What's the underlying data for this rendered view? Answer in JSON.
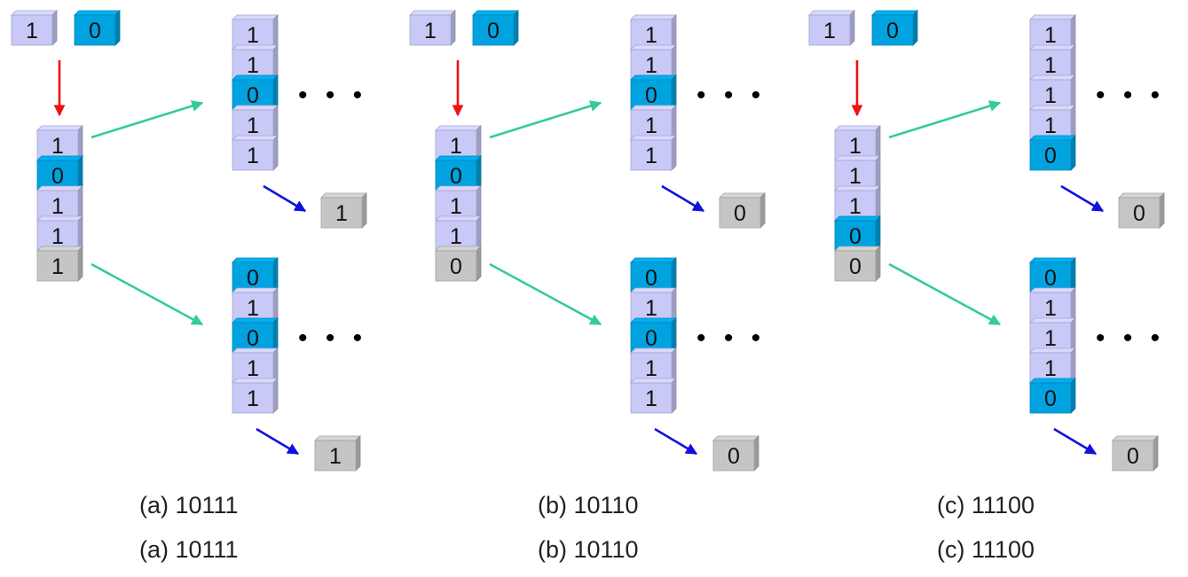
{
  "colors": {
    "lavender": "#c9c9f7",
    "blue": "#00a3e0",
    "gray": "#c5c5c5",
    "red_arrow": "#ee1111",
    "green_arrow": "#33cc99",
    "blue_arrow": "#1111dd"
  },
  "ellipsis": "• • •",
  "panels": [
    {
      "inputs": [
        {
          "value": "1",
          "color": "lavender"
        },
        {
          "value": "0",
          "color": "blue"
        }
      ],
      "main_stack": [
        {
          "value": "1",
          "color": "lavender"
        },
        {
          "value": "0",
          "color": "blue"
        },
        {
          "value": "1",
          "color": "lavender"
        },
        {
          "value": "1",
          "color": "lavender"
        },
        {
          "value": "1",
          "color": "gray"
        }
      ],
      "top_stack": [
        {
          "value": "1",
          "color": "lavender"
        },
        {
          "value": "1",
          "color": "lavender"
        },
        {
          "value": "0",
          "color": "blue"
        },
        {
          "value": "1",
          "color": "lavender"
        },
        {
          "value": "1",
          "color": "lavender"
        }
      ],
      "top_output": {
        "value": "1",
        "color": "gray"
      },
      "bottom_stack": [
        {
          "value": "0",
          "color": "blue"
        },
        {
          "value": "1",
          "color": "lavender"
        },
        {
          "value": "0",
          "color": "blue"
        },
        {
          "value": "1",
          "color": "lavender"
        },
        {
          "value": "1",
          "color": "lavender"
        }
      ],
      "bottom_output": {
        "value": "1",
        "color": "gray"
      },
      "captions": [
        "(a) 10111",
        "(a) 10111"
      ]
    },
    {
      "inputs": [
        {
          "value": "1",
          "color": "lavender"
        },
        {
          "value": "0",
          "color": "blue"
        }
      ],
      "main_stack": [
        {
          "value": "1",
          "color": "lavender"
        },
        {
          "value": "0",
          "color": "blue"
        },
        {
          "value": "1",
          "color": "lavender"
        },
        {
          "value": "1",
          "color": "lavender"
        },
        {
          "value": "0",
          "color": "gray"
        }
      ],
      "top_stack": [
        {
          "value": "1",
          "color": "lavender"
        },
        {
          "value": "1",
          "color": "lavender"
        },
        {
          "value": "0",
          "color": "blue"
        },
        {
          "value": "1",
          "color": "lavender"
        },
        {
          "value": "1",
          "color": "lavender"
        }
      ],
      "top_output": {
        "value": "0",
        "color": "gray"
      },
      "bottom_stack": [
        {
          "value": "0",
          "color": "blue"
        },
        {
          "value": "1",
          "color": "lavender"
        },
        {
          "value": "0",
          "color": "blue"
        },
        {
          "value": "1",
          "color": "lavender"
        },
        {
          "value": "1",
          "color": "lavender"
        }
      ],
      "bottom_output": {
        "value": "0",
        "color": "gray"
      },
      "captions": [
        "(b) 10110",
        "(b) 10110"
      ]
    },
    {
      "inputs": [
        {
          "value": "1",
          "color": "lavender"
        },
        {
          "value": "0",
          "color": "blue"
        }
      ],
      "main_stack": [
        {
          "value": "1",
          "color": "lavender"
        },
        {
          "value": "1",
          "color": "lavender"
        },
        {
          "value": "1",
          "color": "lavender"
        },
        {
          "value": "0",
          "color": "blue"
        },
        {
          "value": "0",
          "color": "gray"
        }
      ],
      "top_stack": [
        {
          "value": "1",
          "color": "lavender"
        },
        {
          "value": "1",
          "color": "lavender"
        },
        {
          "value": "1",
          "color": "lavender"
        },
        {
          "value": "1",
          "color": "lavender"
        },
        {
          "value": "0",
          "color": "blue"
        }
      ],
      "top_output": {
        "value": "0",
        "color": "gray"
      },
      "bottom_stack": [
        {
          "value": "0",
          "color": "blue"
        },
        {
          "value": "1",
          "color": "lavender"
        },
        {
          "value": "1",
          "color": "lavender"
        },
        {
          "value": "1",
          "color": "lavender"
        },
        {
          "value": "0",
          "color": "blue"
        }
      ],
      "bottom_output": {
        "value": "0",
        "color": "gray"
      },
      "captions": [
        "(c) 11100",
        "(c) 11100"
      ]
    }
  ]
}
